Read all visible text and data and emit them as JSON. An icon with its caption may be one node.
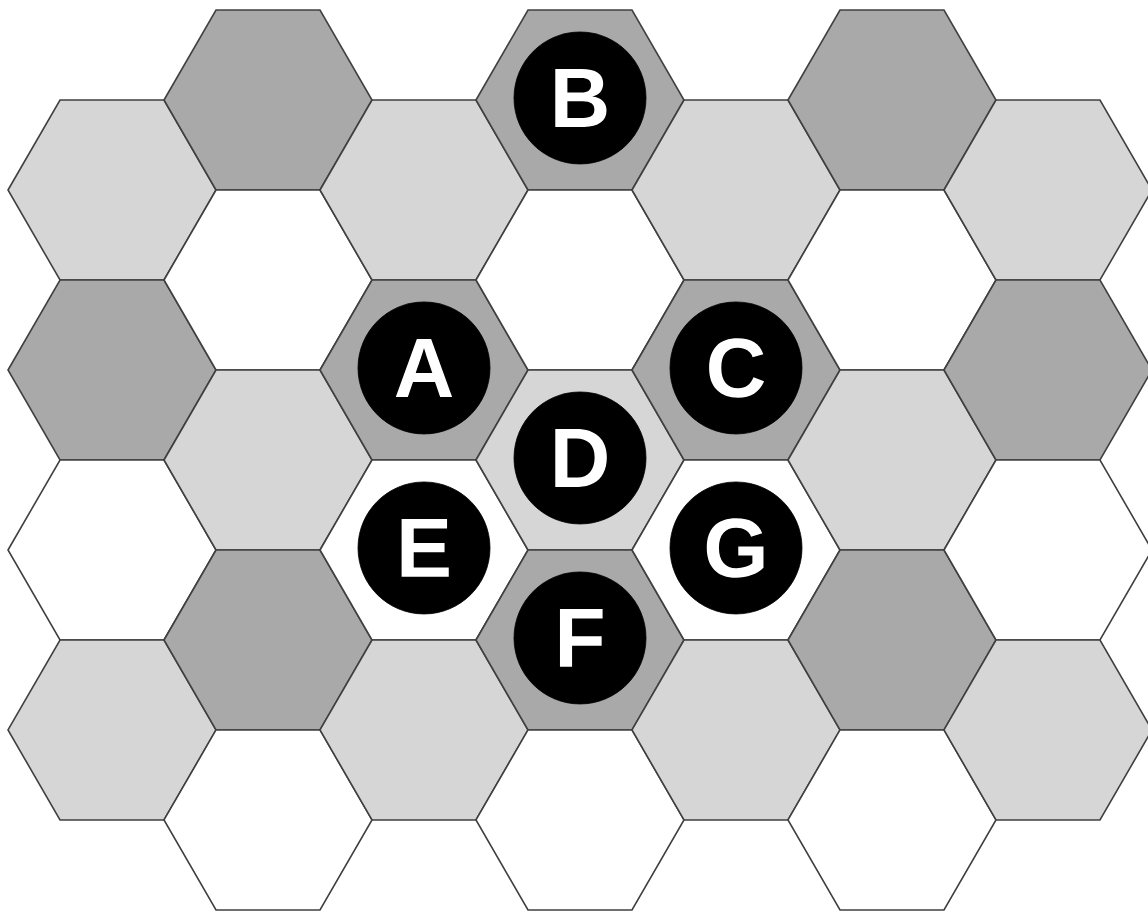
{
  "diagram": {
    "nodes": [
      {
        "text": [
          "B"
        ]
      },
      {
        "text": [
          "A"
        ]
      },
      {
        "text": [
          "C"
        ]
      },
      {
        "text": [
          "D"
        ]
      },
      {
        "text": [
          "E"
        ]
      },
      {
        "text": [
          "G"
        ]
      },
      {
        "text": [
          "F"
        ]
      }
    ]
  }
}
